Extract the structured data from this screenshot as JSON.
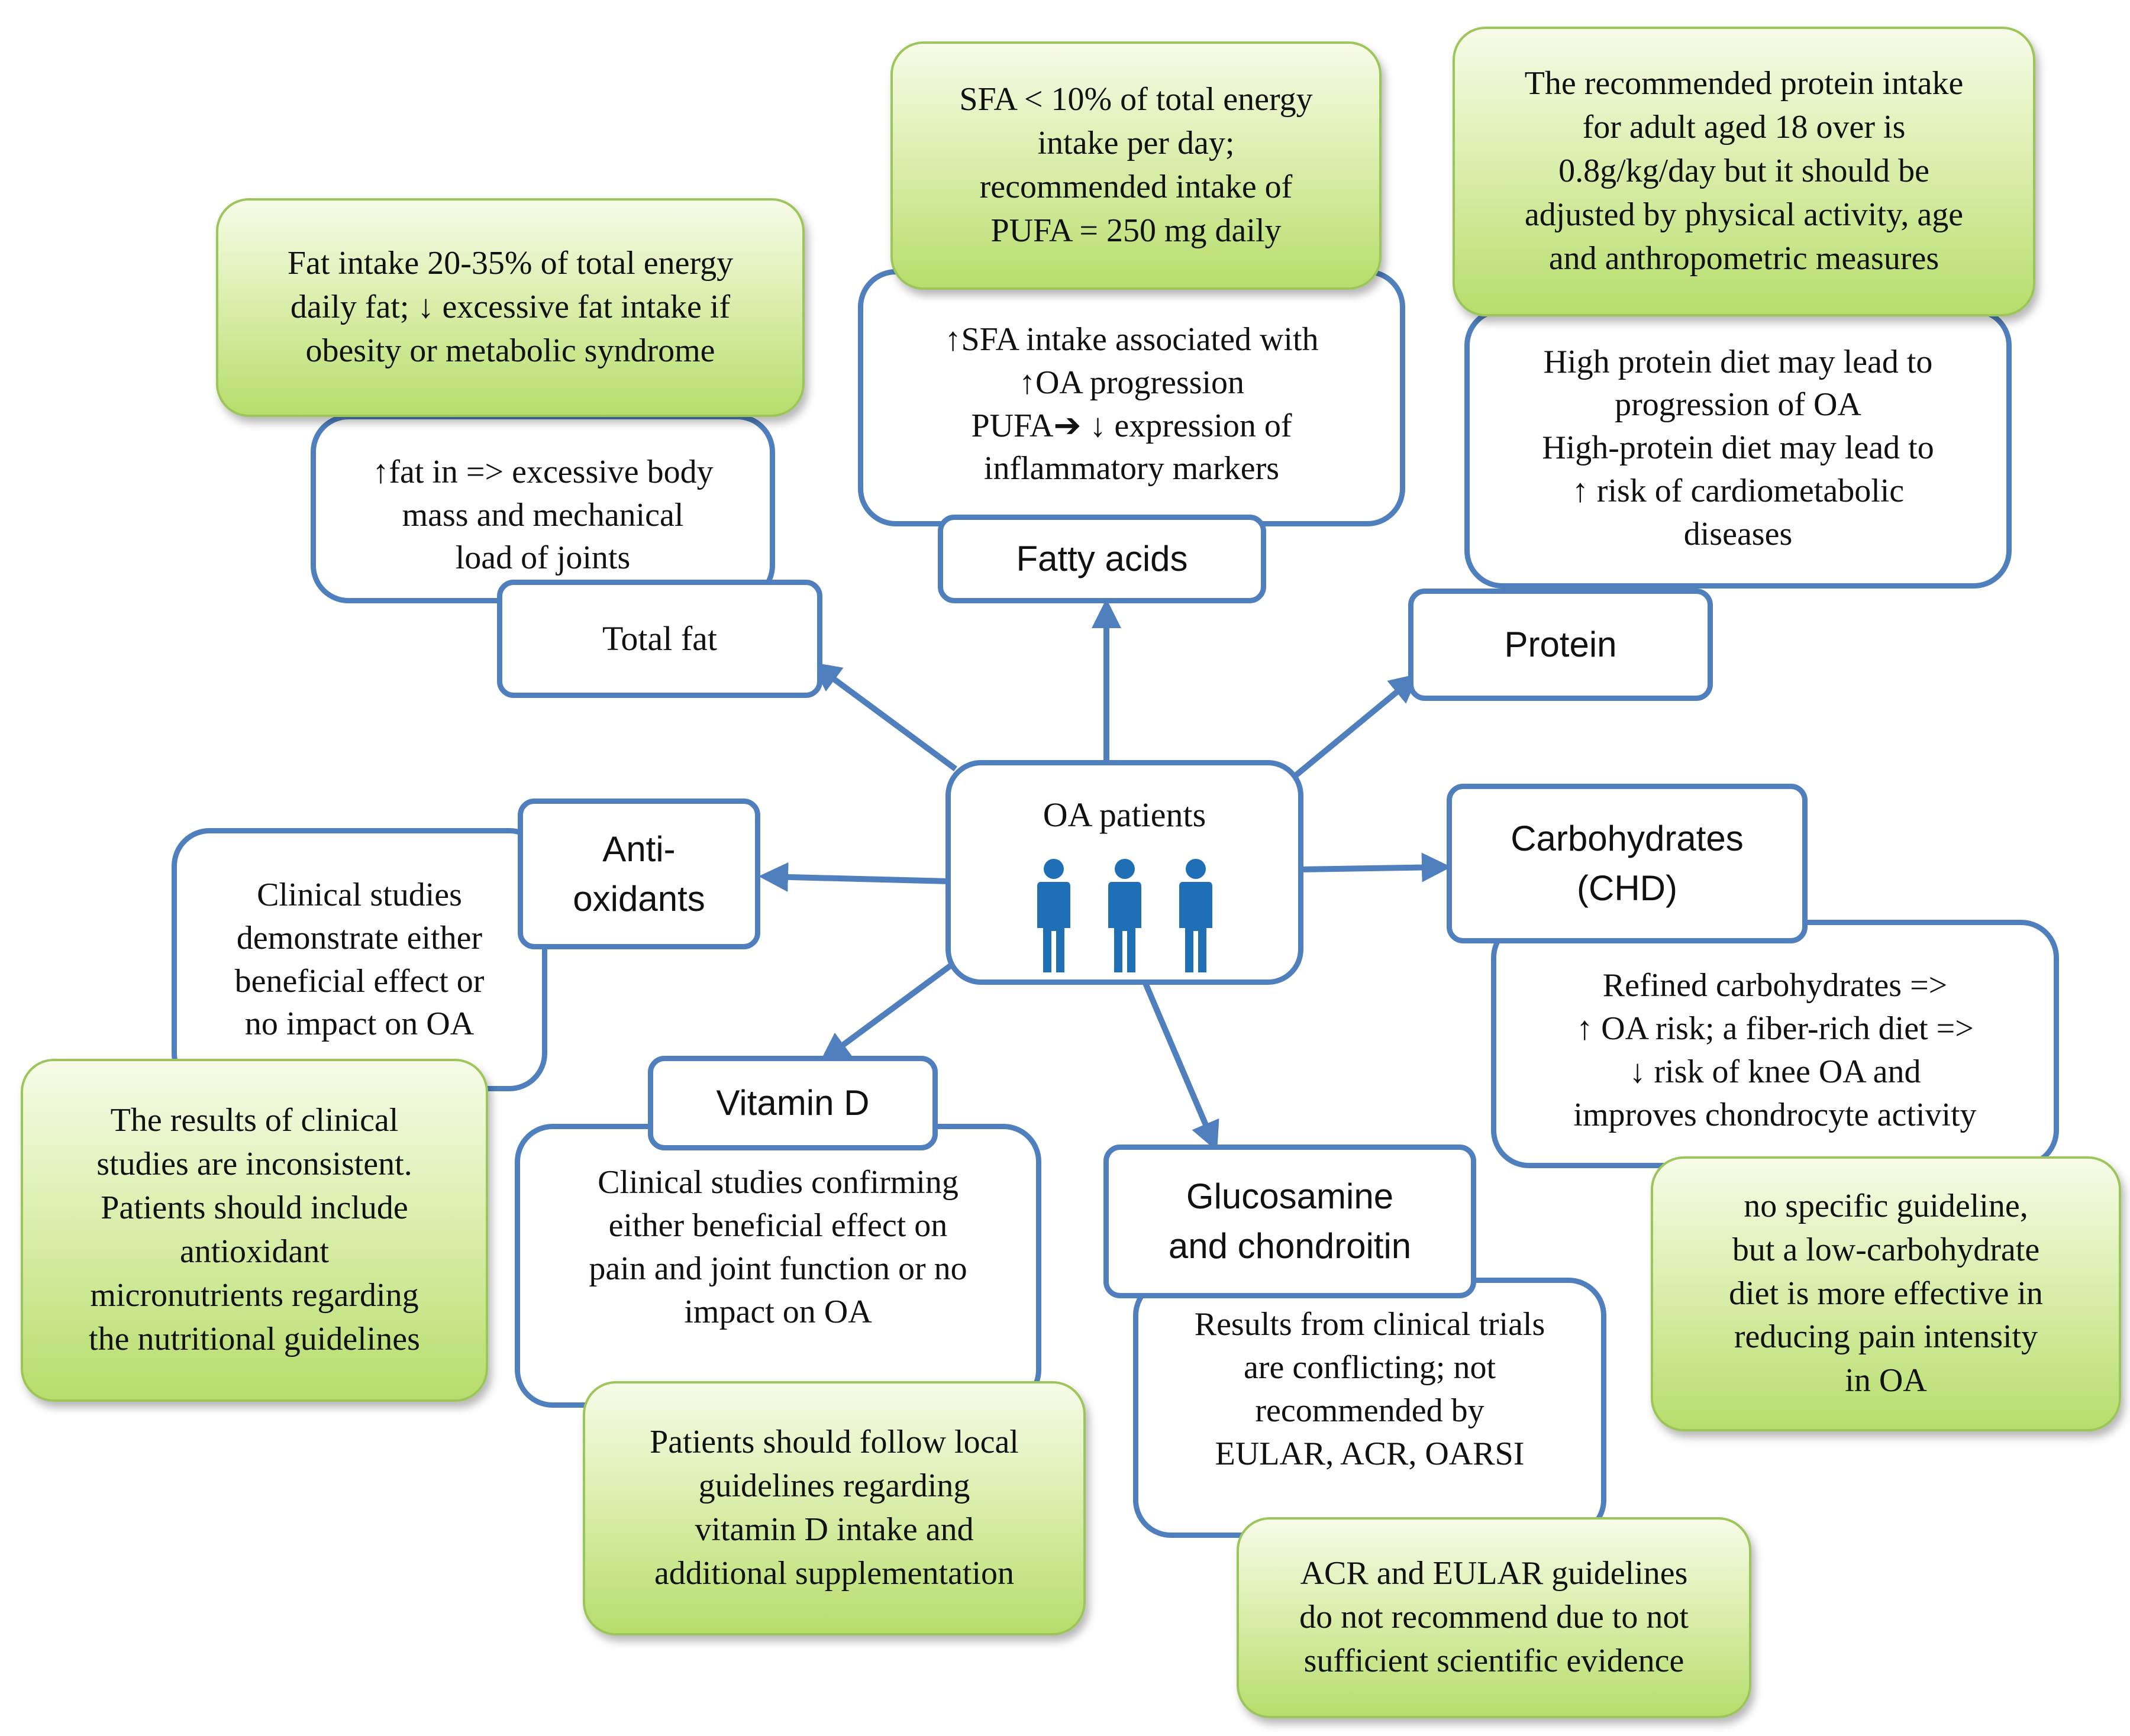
{
  "center": {
    "title": "OA patients"
  },
  "icons": {
    "person": "person-icon",
    "arrow": "arrow-icon"
  },
  "colors": {
    "box_border": "#4f7fbd",
    "arrow": "#4f7fbd",
    "guide_fill": "#cfe89a",
    "guide_border": "#9dc65a",
    "person": "#1f6fb6"
  },
  "total_fat": {
    "label": "Total fat",
    "effect": "↑fat in => excessive body\nmass and mechanical\nload of joints",
    "guideline": "Fat intake 20-35% of total energy\ndaily fat; ↓ excessive fat intake if\nobesity or metabolic syndrome"
  },
  "fatty_acids": {
    "label": "Fatty acids",
    "effect": "↑SFA intake associated with\n↑OA progression\nPUFA➔ ↓ expression of\ninflammatory markers",
    "guideline": "SFA < 10% of total energy\nintake per day;\nrecommended intake of\nPUFA = 250 mg daily"
  },
  "protein": {
    "label": "Protein",
    "effect": "High protein diet may lead to\nprogression of OA\nHigh-protein diet may lead to\n↑ risk of cardiometabolic\ndiseases",
    "guideline": "The recommended protein intake\nfor adult aged 18 over is\n0.8g/kg/day but it should be\nadjusted by physical activity, age\nand anthropometric measures"
  },
  "carbohydrates": {
    "label": "Carbohydrates\n(CHD)",
    "effect": "Refined carbohydrates =>\n↑ OA risk; a fiber-rich diet =>\n↓ risk of knee OA and\nimproves chondrocyte activity",
    "guideline": "no specific guideline,\nbut a low-carbohydrate\ndiet is more effective in\nreducing pain intensity\nin OA"
  },
  "glucosamine": {
    "label": "Glucosamine\nand chondroitin",
    "effect": "Results from clinical trials\nare conflicting; not\nrecommended by\nEULAR, ACR, OARSI",
    "guideline": "ACR and EULAR guidelines\ndo not recommend due to not\nsufficient scientific evidence"
  },
  "vitamin_d": {
    "label": "Vitamin D",
    "effect": "Clinical studies confirming\neither beneficial effect on\npain and joint function or no\nimpact on OA",
    "guideline": "Patients should follow local\nguidelines regarding\nvitamin D intake and\nadditional supplementation"
  },
  "antioxidants": {
    "label": "Anti-\noxidants",
    "effect": "Clinical studies\ndemonstrate either\nbeneficial effect or\nno impact on OA",
    "guideline": "The results of clinical\nstudies are inconsistent.\nPatients should include\nantioxidant\nmicronutrients regarding\nthe nutritional guidelines"
  }
}
